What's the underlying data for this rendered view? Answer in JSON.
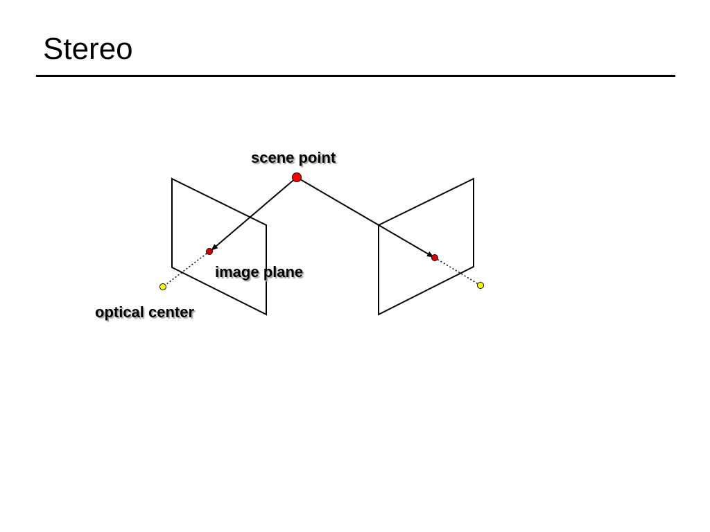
{
  "slide": {
    "title": "Stereo"
  },
  "diagram": {
    "labels": {
      "scene_point": "scene point",
      "image_plane": "image plane",
      "optical_center": "optical center"
    },
    "colors": {
      "scene_point": "#ff0000",
      "projected_point": "#e00000",
      "optical_center": "#ffff00",
      "lines": "#000000"
    }
  }
}
